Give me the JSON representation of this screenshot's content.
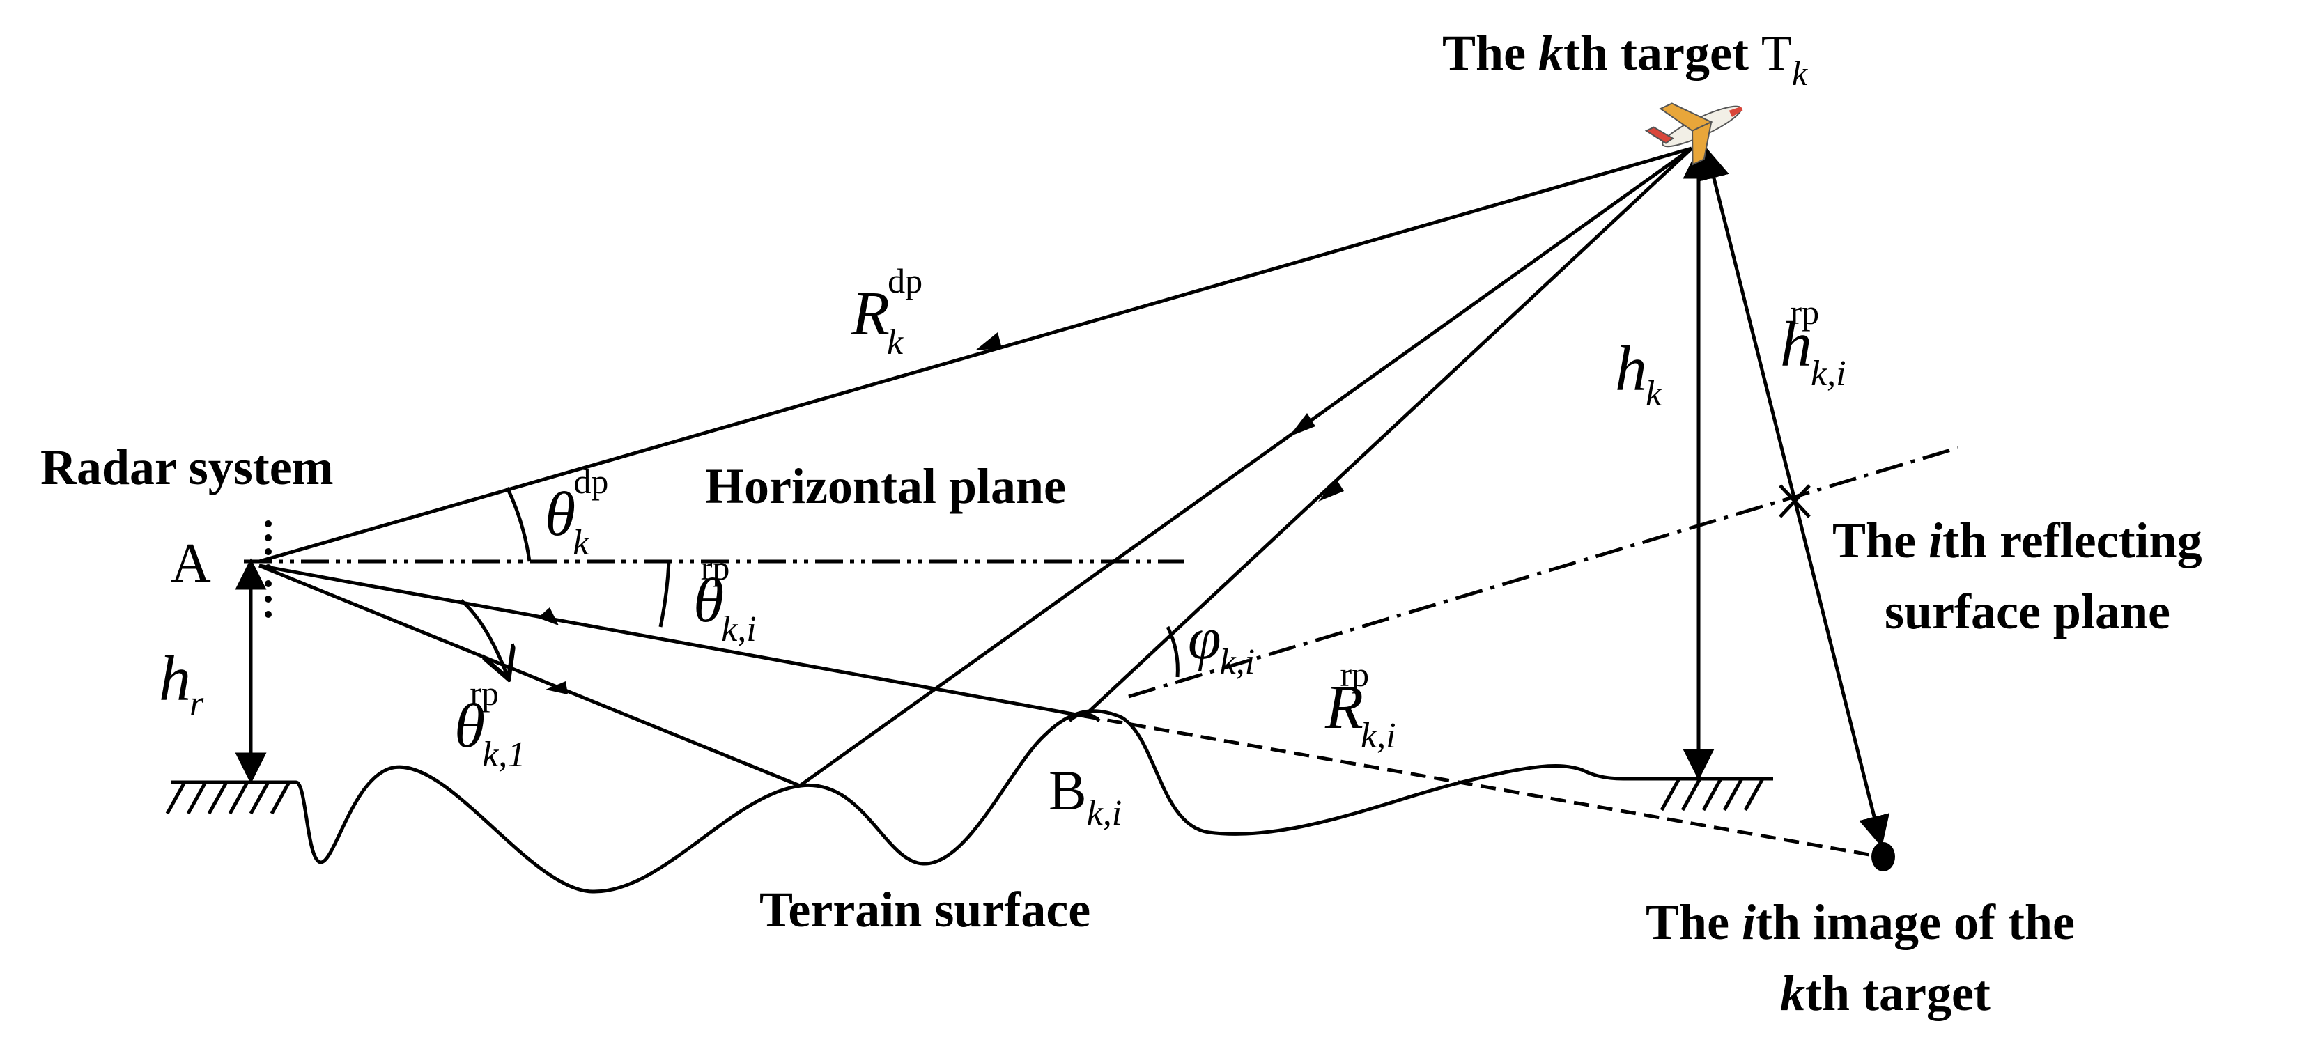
{
  "labels": {
    "target": {
      "pre": "The ",
      "k": "k",
      "post": "th target ",
      "T": "T",
      "Tsub": "k"
    },
    "radar_system": "Radar system",
    "horizontal_plane": "Horizontal plane",
    "reflecting": {
      "line1_pre": "The ",
      "i": "i",
      "line1_post": "th reflecting",
      "line2": "surface plane"
    },
    "terrain_surface": "Terrain surface",
    "image": {
      "line1_pre": "The ",
      "i": "i",
      "line1_post": "th image of the",
      "k": "k",
      "line2_post": "th target"
    },
    "point_A": "A",
    "point_B": {
      "main": "B",
      "sub": "k,i"
    }
  },
  "symbols": {
    "R_dp": {
      "main": "R",
      "sub": "k",
      "sup": "dp"
    },
    "theta_dp": {
      "main": "θ",
      "sub": "k",
      "sup": "dp"
    },
    "theta_rp_i": {
      "main": "θ",
      "sub": "k,i",
      "sup": "rp"
    },
    "theta_rp_1": {
      "main": "θ",
      "sub": "k,1",
      "sup": "rp"
    },
    "h_r": {
      "main": "h",
      "sub": "r"
    },
    "h_k": {
      "main": "h",
      "sub": "k"
    },
    "h_rp": {
      "main": "h",
      "sub": "k,i",
      "sup": "rp"
    },
    "R_rp": {
      "main": "R",
      "sub": "k,i",
      "sup": "rp"
    },
    "phi": {
      "main": "φ",
      "sub": "k,i"
    }
  },
  "colors": {
    "ink": "#000000",
    "plane_body": "#f2efe6",
    "plane_tail": "#d9463a",
    "plane_accent": "#e8a63a"
  }
}
